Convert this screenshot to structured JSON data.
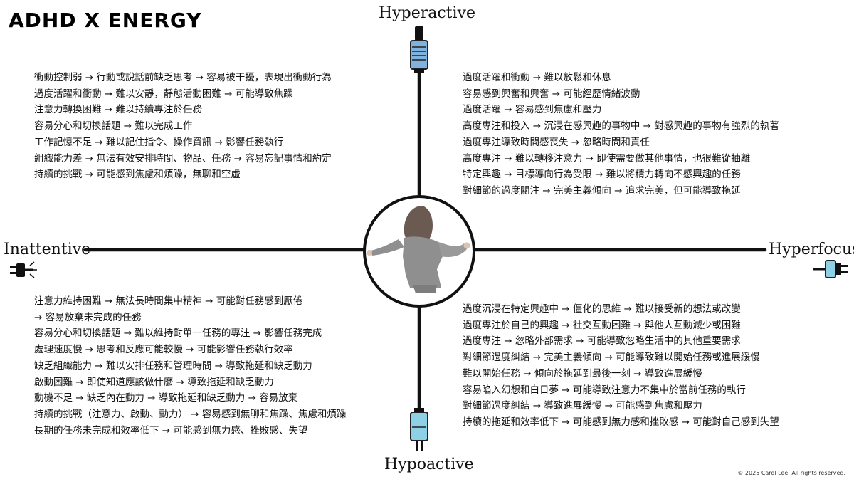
{
  "title": "ADHD X ENERGY",
  "axes": {
    "top": "Hyperactive",
    "bottom": "Hypoactive",
    "left": "Inattentive",
    "right": "Hyperfocus"
  },
  "quadrants": {
    "top_left": [
      "衝動控制弱 → 行動或說話前缺乏思考 → 容易被干擾，表現出衝動行為",
      "過度活躍和衝動 → 難以安靜，靜態活動困難 → 可能導致焦躁",
      "注意力轉換困難 → 難以持續專注於任務",
      "容易分心和切換話題 → 難以完成工作",
      "工作記憶不足 → 難以記住指令、操作資訊 → 影響任務執行",
      "組織能力差 → 無法有效安排時間、物品、任務 → 容易忘記事情和約定",
      "持續的挑戰 → 可能感到焦慮和煩躁，無聊和空虛"
    ],
    "top_right": [
      "過度活躍和衝動 → 難以放鬆和休息",
      "容易感到興奮和興奮 → 可能經歷情緒波動",
      "過度活躍 → 容易感到焦慮和壓力",
      "高度專注和投入 → 沉浸在感興趣的事物中 → 對感興趣的事物有強烈的執著",
      "過度專注導致時間感喪失 → 忽略時間和責任",
      "高度專注 → 難以轉移注意力 → 即使需要做其他事情，也很難從抽離",
      "特定興趣 → 目標導向行為受限 → 難以將精力轉向不感興趣的任務",
      "對細節的過度關注 → 完美主義傾向 → 追求完美，但可能導致拖延"
    ],
    "bottom_left": [
      "注意力維持困難 → 無法長時間集中精神 → 可能對任務感到厭倦",
      "→ 容易放棄未完成的任務",
      "容易分心和切換話題 → 難以維持對單一任務的專注 → 影響任務完成",
      "處理速度慢 → 思考和反應可能較慢 → 可能影響任務執行效率",
      "缺乏組織能力 → 難以安排任務和管理時間 → 導致拖延和缺乏動力",
      "啟動困難 → 即使知道應該做什麼 → 導致拖延和缺乏動力",
      "動機不足 → 缺乏內在動力 → 導致拖延和缺乏動力 → 容易放棄",
      "持續的挑戰（注意力、啟動、動力） → 容易感到無聊和焦躁、焦慮和煩躁",
      "長期的任務未完成和效率低下 → 可能感到無力感、挫敗感、失望"
    ],
    "bottom_right": [
      "過度沉浸在特定興趣中 → 僵化的思維 → 難以接受新的想法或改變",
      "過度專注於自己的興趣 → 社交互動困難 → 與他人互動減少或困難",
      "過度專注 → 忽略外部需求 → 可能導致忽略生活中的其他重要需求",
      "對細節過度糾結 → 完美主義傾向 → 可能導致難以開始任務或進展緩慢",
      "難以開始任務 → 傾向於拖延到最後一刻 → 導致進展緩慢",
      "容易陷入幻想和白日夢 → 可能導致注意力不集中於當前任務的執行",
      "對細節過度糾結 → 導致進展緩慢 → 可能感到焦慮和壓力",
      "持續的拖延和效率低下 → 可能感到無力感和挫敗感 → 可能對自己感到失望"
    ]
  },
  "copyright": "© 2025 Carol Lee. All rights reserved.",
  "colors": {
    "axis": "#111111",
    "battery_blue": "#7fb2dd",
    "battery_cyan": "#8ed0e6",
    "battery_outline": "#222222",
    "figure_hair": "#6b5a52",
    "figure_sweater": "#8f8f8f",
    "figure_skin": "#d9c3b4"
  },
  "icons": {
    "top": "battery-connector-icon",
    "bottom": "battery-connector-icon",
    "left": "plug-spark-icon",
    "right": "plug-icon",
    "center": "person-dancing-icon"
  }
}
